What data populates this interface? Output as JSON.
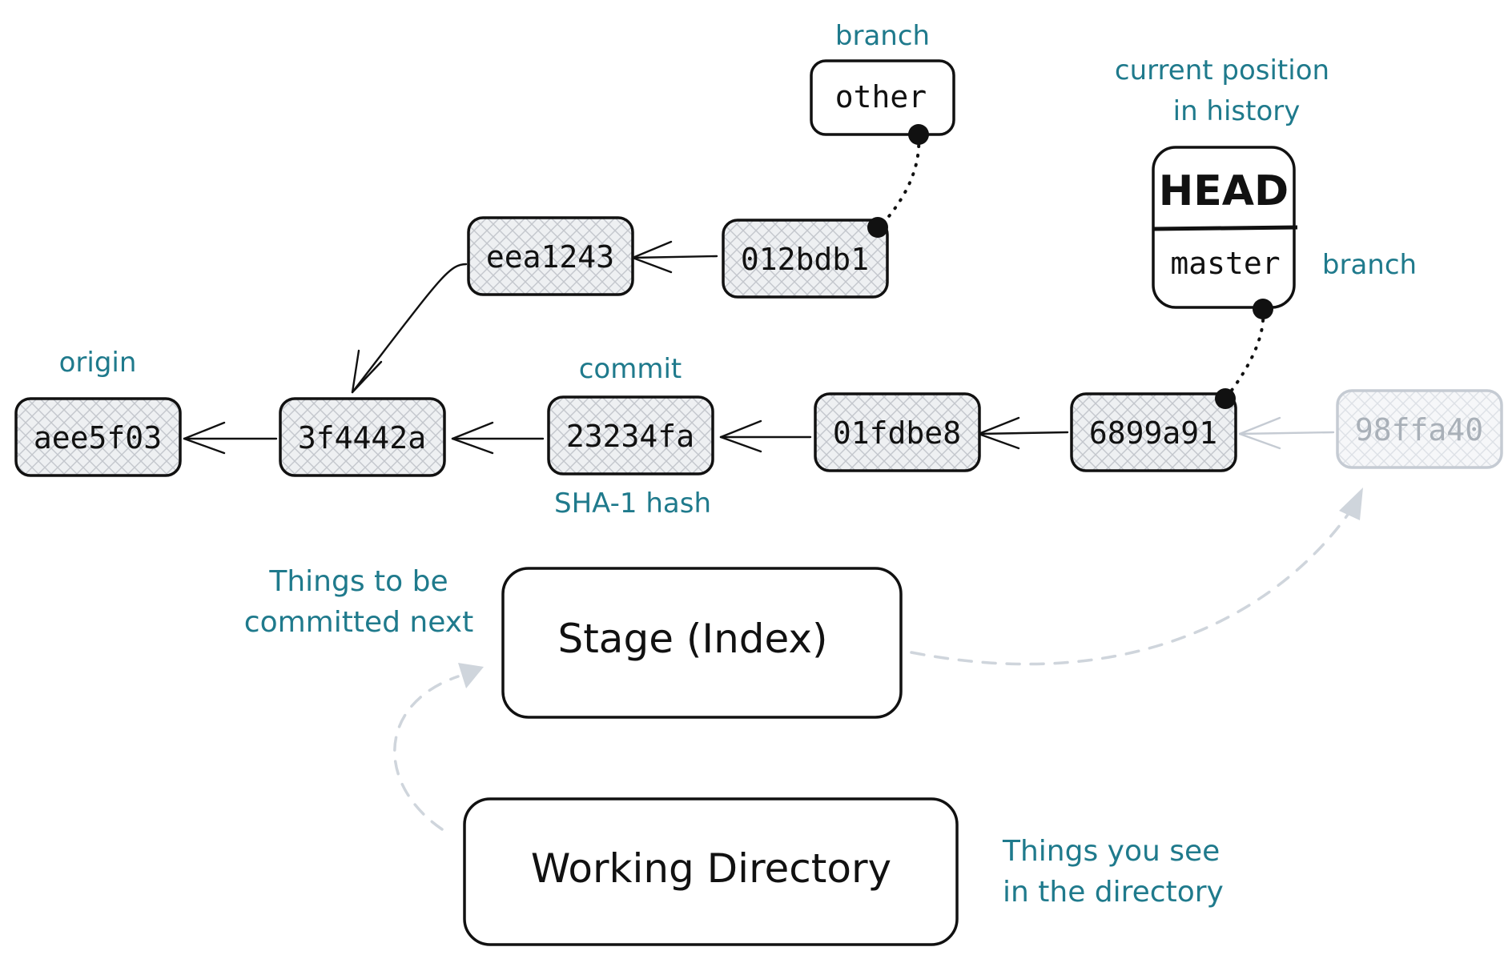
{
  "colors": {
    "ink": "#111111",
    "annotation": "#1f7a8c",
    "hatch": "#c9ccd1",
    "future": "#c5cbd3"
  },
  "commits": {
    "aee5f03": "aee5f03",
    "c3f4442a": "3f4442a",
    "c23234fa": "23234fa",
    "c01fdbe8": "01fdbe8",
    "c6899a91": "6899a91",
    "c98ffa40": "98ffa40",
    "eea1243": "eea1243",
    "c012bdb1": "012bdb1"
  },
  "refs": {
    "other": "other",
    "head": "HEAD",
    "master": "master"
  },
  "areas": {
    "stage": "Stage (Index)",
    "working": "Working Directory"
  },
  "annotations": {
    "branch_other": "branch",
    "current_position_line1": "current position",
    "current_position_line2": "in history",
    "branch_master": "branch",
    "origin": "origin",
    "commit": "commit",
    "sha_hash": "SHA-1 hash",
    "stage_note_line1": "Things to be",
    "stage_note_line2": "committed next",
    "working_note_line1": "Things you see",
    "working_note_line2": "in the directory"
  }
}
